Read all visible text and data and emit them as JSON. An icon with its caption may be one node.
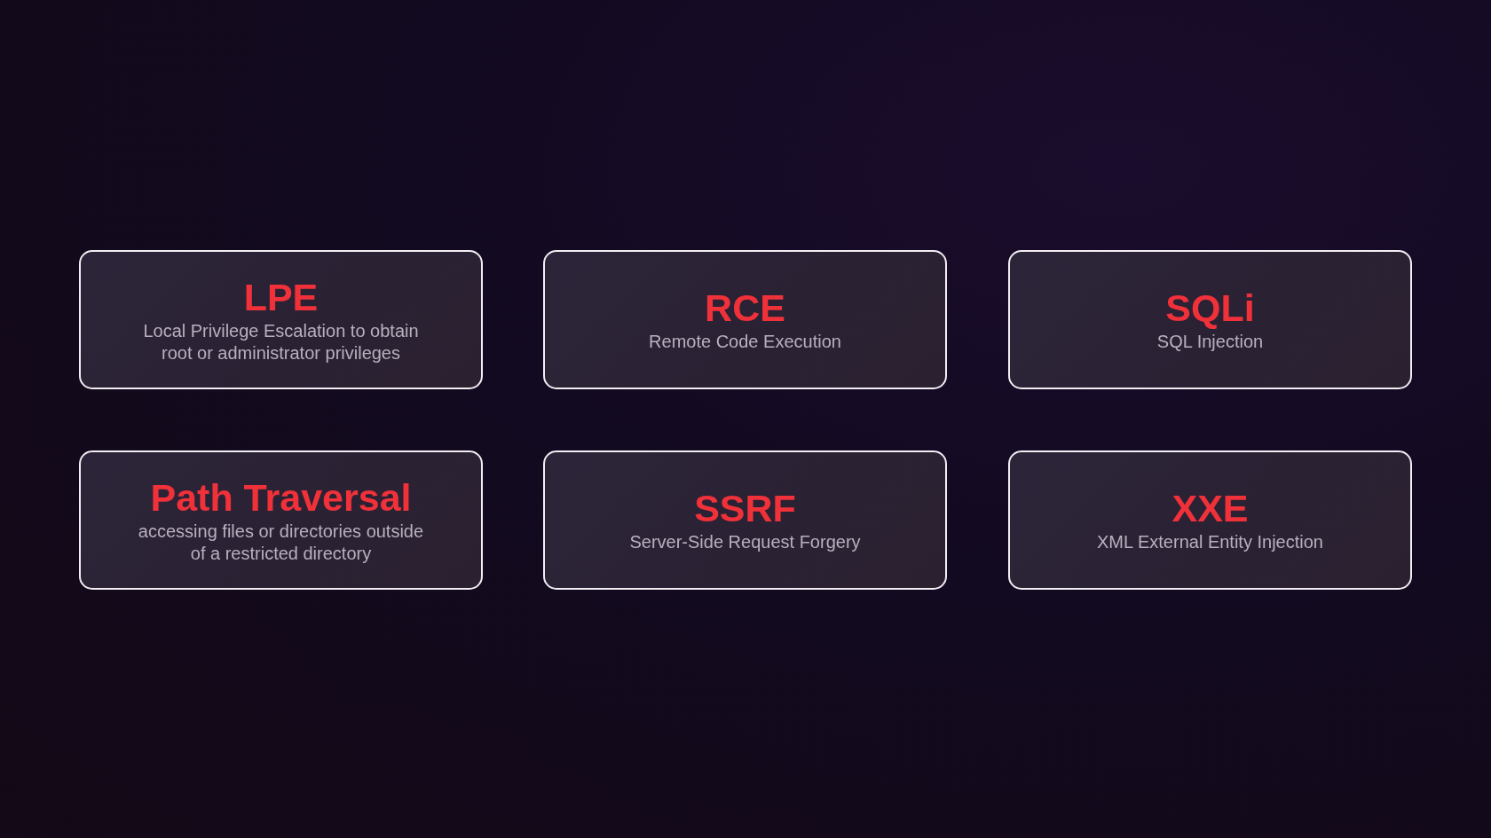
{
  "diagram": {
    "nodes": [
      {
        "text": [
          "LPE",
          "Local Privilege Escalation to obtain root or administrator privileges"
        ]
      },
      {
        "text": [
          "RCE",
          "Remote Code Execution"
        ]
      },
      {
        "text": [
          "SQLi",
          "SQL Injection"
        ]
      },
      {
        "text": [
          "Path Traversal",
          "accessing files or directories outside of a restricted directory"
        ]
      },
      {
        "text": [
          "SSRF",
          "Server-Side Request Forgery"
        ]
      },
      {
        "text": [
          "XXE",
          "XML External Entity Injection"
        ]
      }
    ],
    "edges": []
  }
}
